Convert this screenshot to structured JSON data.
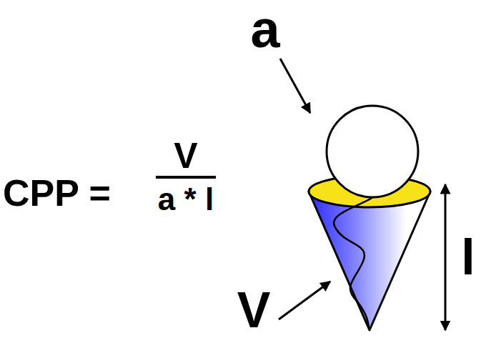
{
  "diagram": {
    "labels": [
      "a",
      "CPP =",
      "V",
      "a * l",
      "l",
      "V"
    ]
  }
}
